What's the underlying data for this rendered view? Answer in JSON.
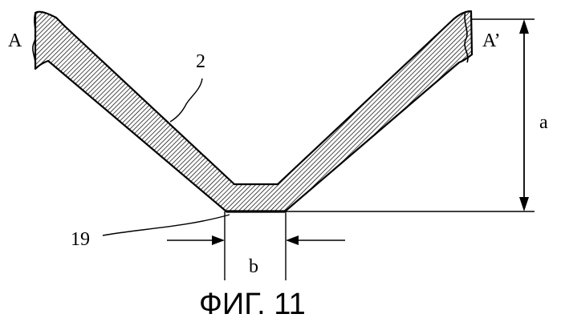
{
  "figure": {
    "caption": "ФИГ. 11",
    "labels": {
      "left_end": "A",
      "right_end": "A’",
      "part": "2",
      "bottom_part": "19",
      "height": "a",
      "width": "b"
    }
  }
}
